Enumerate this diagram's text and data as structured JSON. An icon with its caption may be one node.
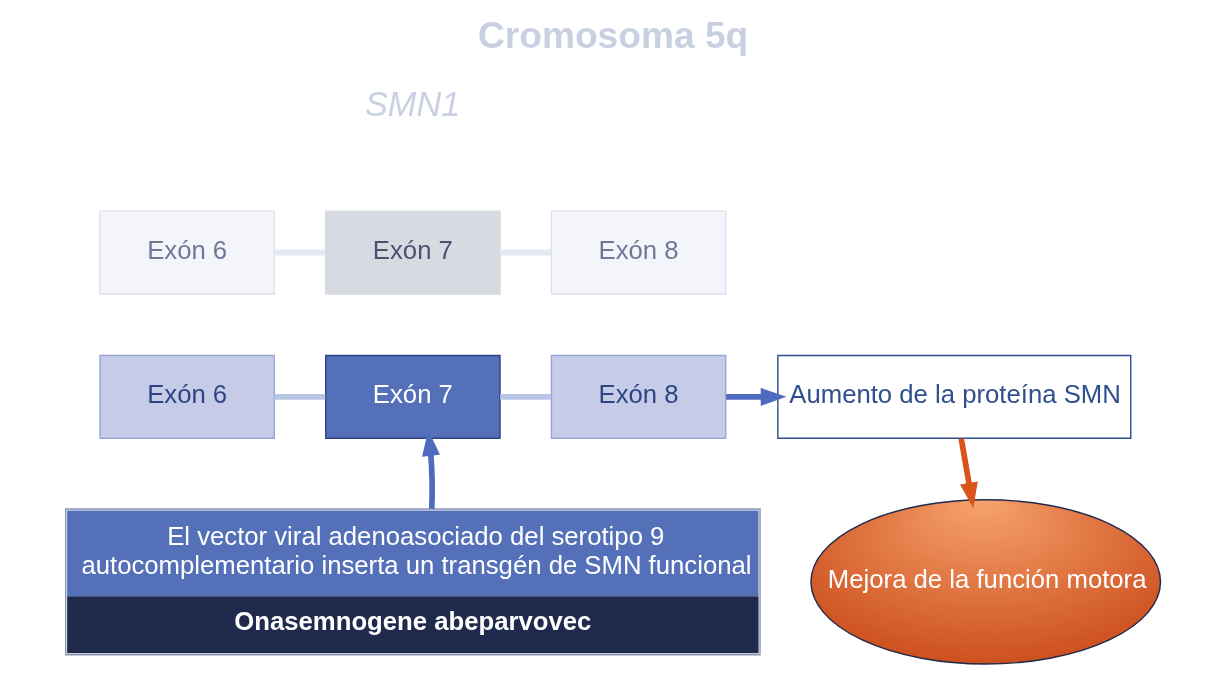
{
  "diagram": {
    "title": "Cromosoma 5q",
    "nodes": [
      {
        "text": [
          "Exón 6"
        ]
      },
      {
        "text": [
          "Exón 7"
        ]
      },
      {
        "text": [
          "Exón 8"
        ]
      },
      {
        "text": [
          "Exón 6"
        ]
      },
      {
        "text": [
          "Exón 7"
        ]
      },
      {
        "text": [
          "Exón 8"
        ]
      },
      {
        "text": [
          "Aumento de la proteína SMN"
        ]
      },
      {
        "text": [
          "Mejora de la función motora"
        ]
      },
      {
        "text": [
          "El vector viral adenoasociado del serotipo 9 autocomplementario inserta un transgén de SMN funcional",
          "Onasemnogene abeparvovec"
        ]
      }
    ],
    "edges": [
      {
        "from": 0,
        "to": 1,
        "arrow": "none",
        "color": "#e4e8f2"
      },
      {
        "from": 1,
        "to": 2,
        "arrow": "none",
        "color": "#e4e8f2"
      },
      {
        "from": 3,
        "to": 4,
        "arrow": "none"
      },
      {
        "from": 4,
        "to": 5,
        "arrow": "none"
      },
      {
        "from": 5,
        "to": 6,
        "arrow": "to",
        "color": "#4f6bbf"
      },
      {
        "from": 6,
        "to": 7,
        "arrow": "to",
        "color": "#d9541a"
      },
      {
        "from": 8,
        "to": 4,
        "arrow": "to",
        "color": "#4f6bbf"
      }
    ],
    "labels": [
      "SMN1"
    ]
  }
}
